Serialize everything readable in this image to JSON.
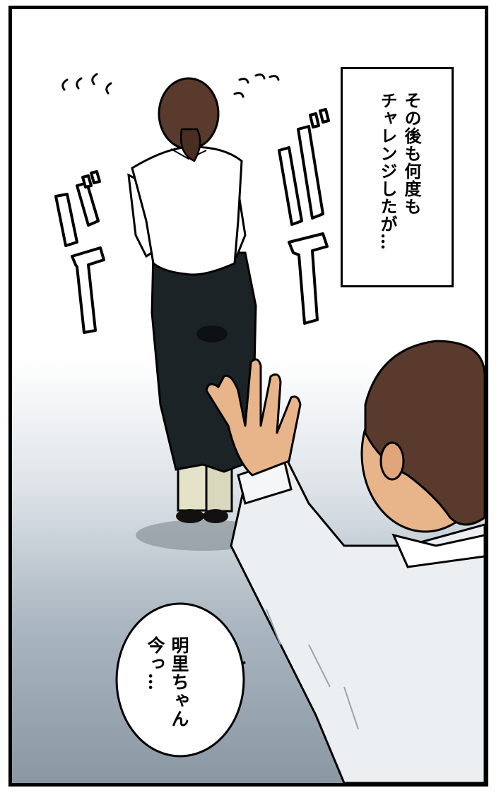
{
  "narration": {
    "lines": [
      "その後も何度も",
      "チャレンジしたが…"
    ]
  },
  "speech_bubble": {
    "lines": [
      "明里ちゃん",
      "今っ…"
    ]
  },
  "sfx": {
    "left": "バタ",
    "right": "バタ"
  },
  "colors": {
    "border": "#000000",
    "hair": "#5a3a2c",
    "skirt": "#1c2326",
    "shirt": "#ffffff",
    "skin": "#e8b48a",
    "man_shirt": "#eceff1"
  }
}
